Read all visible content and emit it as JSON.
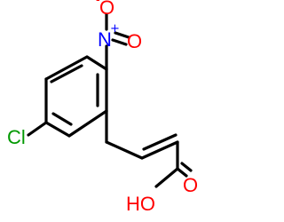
{
  "molecule": {
    "atoms": {
      "nitro_oxygen_top": {
        "label": "O",
        "charge": "-",
        "color": "#ff0000"
      },
      "nitro_nitrogen": {
        "label": "N",
        "charge": "+",
        "color": "#0000ff"
      },
      "nitro_oxygen_right": {
        "label": "O",
        "color": "#ff0000"
      },
      "chlorine": {
        "label": "Cl",
        "color": "#009900"
      },
      "carbonyl_oxygen": {
        "label": "O",
        "color": "#ff0000"
      },
      "hydroxyl": {
        "label": "HO",
        "color": "#ff0000"
      }
    },
    "bond_color": "#000000"
  }
}
